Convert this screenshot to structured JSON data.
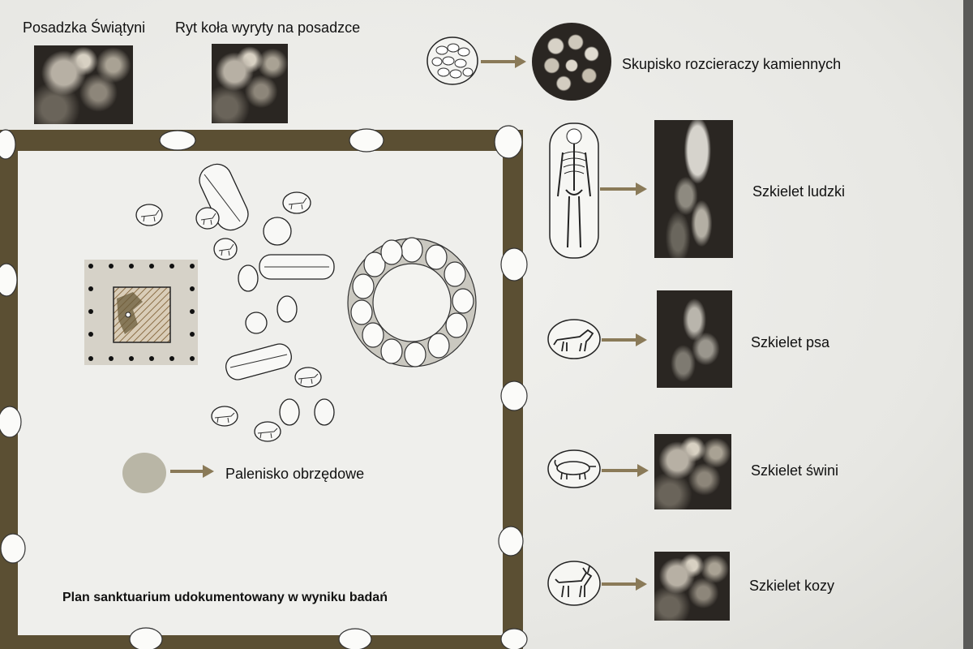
{
  "labels": {
    "temple_floor": "Posadzka Świątyni",
    "circle_engraving": "Ryt koła wyryty na posadzce",
    "grinders": "Skupisko rozcieraczy kamiennych",
    "human": "Szkielet ludzki",
    "dog": "Szkielet psa",
    "pig": "Szkielet świni",
    "goat": "Szkielet kozy",
    "hearth": "Palenisko obrzędowe",
    "plan_caption": "Plan sanktuarium udokumentowany w wyniku badań"
  },
  "colors": {
    "wall": "#5b4f33",
    "arrow": "#8a7a58",
    "hearth": "#b9b6a6",
    "building": "#d6d2c8",
    "hatch": "#8a6d45"
  },
  "icons": {
    "stone": "stone-icon",
    "skeleton": "skeleton-icon",
    "dog": "dog-icon",
    "pig": "pig-icon",
    "goat": "goat-icon",
    "grinder_cluster": "grinder-cluster-icon"
  }
}
